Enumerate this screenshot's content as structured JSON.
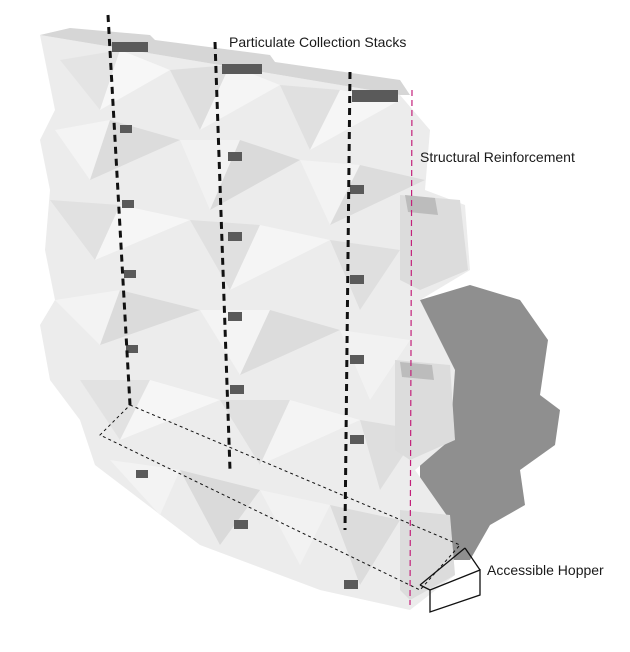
{
  "labels": {
    "particulate_collection_stacks": "Particulate Collection Stacks",
    "structural_reinforcement": "Structural Reinforcement",
    "accessible_hopper": "Accessible Hopper"
  },
  "colors": {
    "panel_light": "#f3f3f3",
    "panel_mid": "#e2e2e2",
    "panel_dark": "#c9c9c9",
    "shadow": "#8c8c8c",
    "stack_line": "#111111",
    "reinforcement_line": "#c2207a",
    "vent": "#5a5a5a"
  }
}
